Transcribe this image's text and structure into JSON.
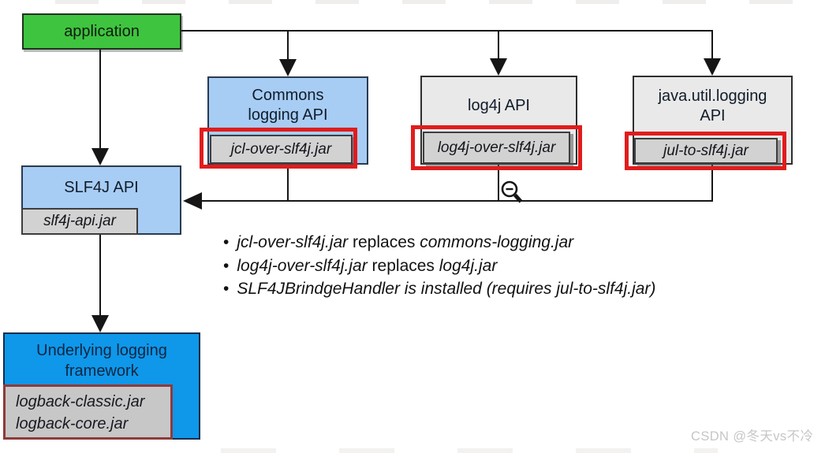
{
  "nodes": {
    "application": {
      "label": "application"
    },
    "commons": {
      "line1": "Commons",
      "line2": "logging API",
      "jar": "jcl-over-slf4j.jar"
    },
    "log4j": {
      "title": "log4j API",
      "jar": "log4j-over-slf4j.jar"
    },
    "jul": {
      "line1": "java.util.logging",
      "line2": "API",
      "jar": "jul-to-slf4j.jar"
    },
    "slf4j": {
      "title": "SLF4J API",
      "jar": "slf4j-api.jar"
    },
    "underlying": {
      "line1": "Underlying logging",
      "line2": "framework",
      "jar1": "logback-classic.jar",
      "jar2": "logback-core.jar"
    }
  },
  "notes": [
    {
      "segments": [
        {
          "text": "jcl-over-slf4j.jar",
          "italic": true
        },
        {
          "text": " replaces ",
          "italic": false
        },
        {
          "text": "commons-logging.jar",
          "italic": true
        }
      ]
    },
    {
      "segments": [
        {
          "text": "log4j-over-slf4j.jar",
          "italic": true
        },
        {
          "text": " replaces ",
          "italic": false
        },
        {
          "text": "log4j.jar",
          "italic": true
        }
      ]
    },
    {
      "segments": [
        {
          "text": "SLF4JBrindgeHandler is installed (requires jul-to-slf4j.jar)",
          "italic": true
        }
      ]
    }
  ],
  "watermark": "CSDN @冬天vs不冷",
  "icons": {
    "cursor": "zoom-out-magnifier"
  },
  "colors": {
    "application_fill": "#3fc43f",
    "api_blue_fill": "#a7cdf4",
    "api_gray_fill": "#e9e9e9",
    "jar_fill": "#d2d2d2",
    "underlying_fill": "#0f97ea",
    "logback_fill": "#c7c7c7",
    "highlight_red": "#e11c1c",
    "logback_border": "#8f3a3a",
    "line": "#161616"
  }
}
